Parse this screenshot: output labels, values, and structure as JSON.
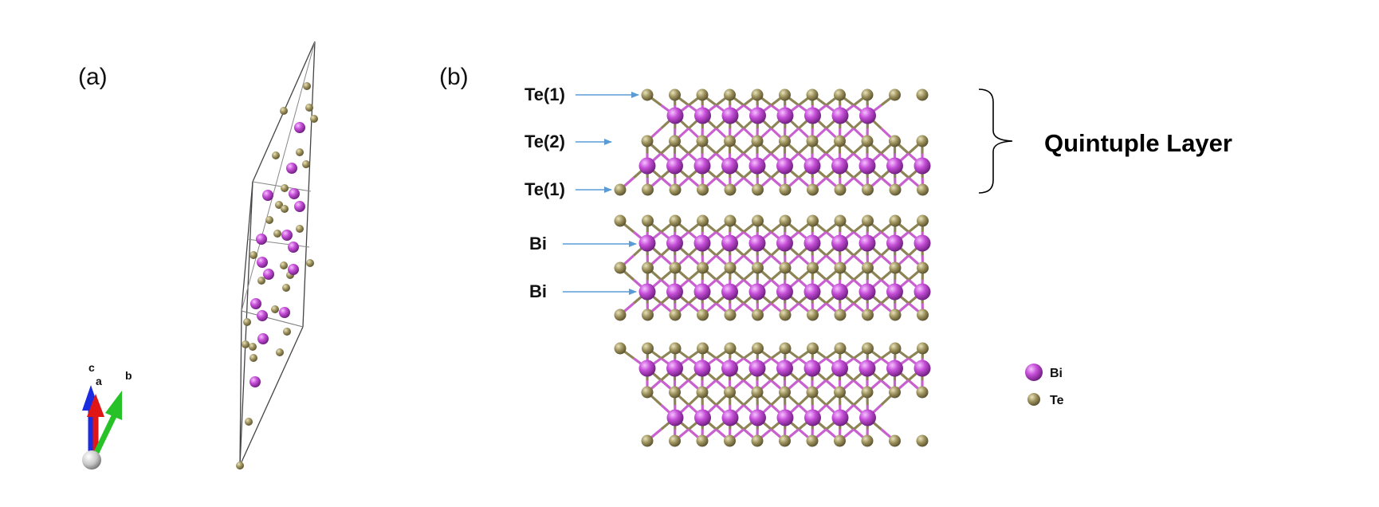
{
  "panels": {
    "a": "(a)",
    "b": "(b)"
  },
  "axes": {
    "c": "c",
    "a": "a",
    "b": "b"
  },
  "atom_labels": {
    "te1_top": "Te(1)",
    "te2": "Te(2)",
    "te1_bottom": "Te(1)",
    "bi_1": "Bi",
    "bi_2": "Bi"
  },
  "quintuple_label": "Quintuple Layer",
  "legend": [
    {
      "label": "Bi",
      "color": "#c44fd6"
    },
    {
      "label": "Te",
      "color": "#9a8f5a"
    }
  ],
  "colors": {
    "bi": "#c44fd6",
    "te": "#9a8f5a",
    "bond_bi": "#c860d0",
    "bond_te": "#8d8455",
    "arrow": "#5b9bd5"
  }
}
